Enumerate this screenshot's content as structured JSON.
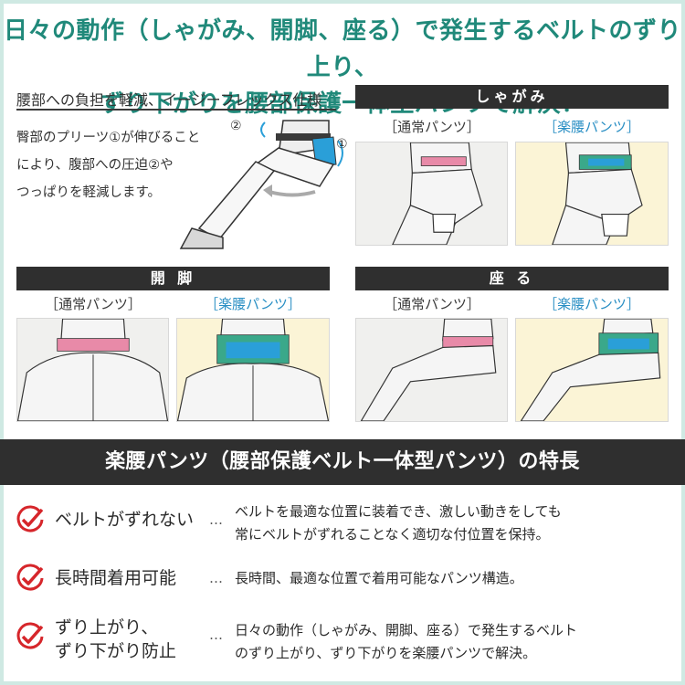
{
  "headline": {
    "line1": "日々の動作（しゃがみ、開脚、座る）で発生するベルトのずり上り、",
    "line2": "ずり下がりを腰部保護一体型パンツで解決！"
  },
  "intro": {
    "heading": "腰部への負担を軽減、イージーフレックス仕様",
    "desc_line1": "臀部のプリーツ①が伸びること",
    "desc_line2": "により、腹部への圧迫②や",
    "desc_line3": "つっぱりを軽減します。",
    "marker1": "①",
    "marker2": "②"
  },
  "panels": {
    "squat": {
      "title": "しゃがみ"
    },
    "spread": {
      "title": "開 脚"
    },
    "sit": {
      "title": "座 る"
    },
    "label_normal": "［通常パンツ］",
    "label_raku": "［楽腰パンツ］"
  },
  "banner": {
    "text": "楽腰パンツ（腰部保護ベルト一体型パンツ）の特長"
  },
  "features": [
    {
      "title_line1": "ベルトがずれない",
      "title_line2": "",
      "dots": "…",
      "desc_line1": "ベルトを最適な位置に装着でき、激しい動きをしても",
      "desc_line2": "常にベルトがずれることなく適切な付位置を保持。"
    },
    {
      "title_line1": "長時間着用可能",
      "title_line2": "",
      "dots": "…",
      "desc_line1": "長時間、最適な位置で着用可能なパンツ構造。",
      "desc_line2": ""
    },
    {
      "title_line1": "ずり上がり、",
      "title_line2": "ずり下がり防止",
      "dots": "…",
      "desc_line1": "日々の動作（しゃがみ、開脚、座る）で発生するベルト",
      "desc_line2": "のずり上がり、ずり下がりを楽腰パンツで解決。"
    }
  ],
  "colors": {
    "headline": "#20897a",
    "check": "#d6262b",
    "pink_belt": "#e88aa8",
    "green_belt": "#3aa88a",
    "blue_belt": "#2a9fd8"
  }
}
